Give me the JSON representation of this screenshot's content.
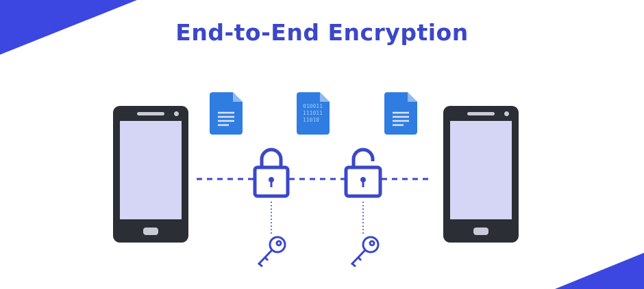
{
  "title": "End-to-End Encryption",
  "encrypted_doc": {
    "lines": [
      "010011",
      "111011",
      "11010"
    ]
  },
  "icons": [
    "smartphone-icon",
    "document-icon",
    "binary-document-icon",
    "lock-closed-icon",
    "lock-open-icon",
    "key-icon"
  ],
  "colors": {
    "accent": "#3b47c9",
    "doc": "#2f7de1",
    "phone": "#2c2e35",
    "screen": "#d5d6f6"
  }
}
